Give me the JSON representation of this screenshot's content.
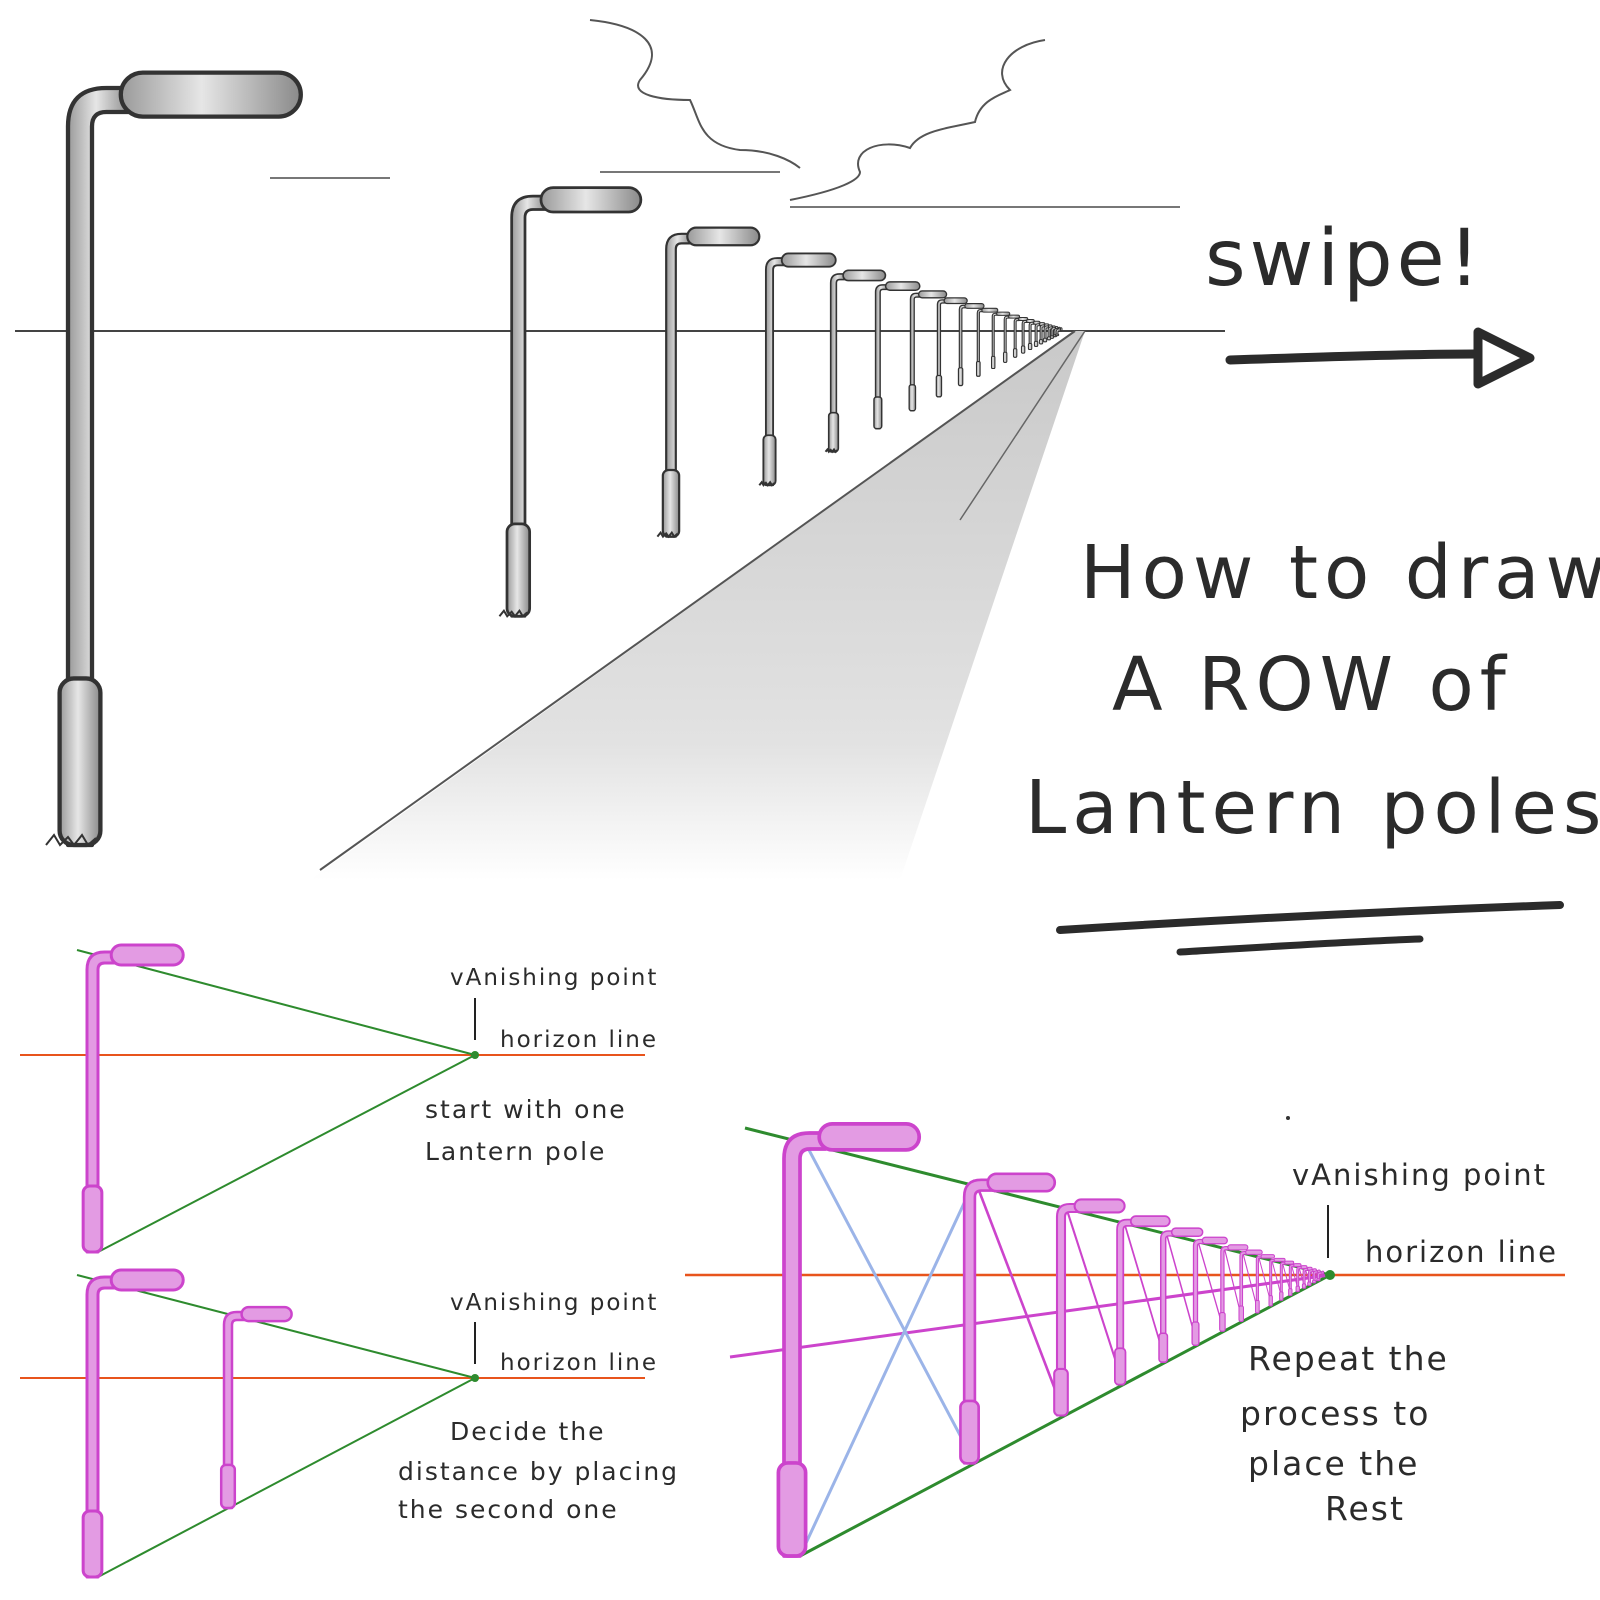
{
  "swipe": {
    "text": "swipe!"
  },
  "title": {
    "line1": "How to draw",
    "line2": "A ROW of",
    "line3": "Lantern poles"
  },
  "step1": {
    "vanishing_label": "vAnishing point",
    "horizon_label": "horizon line",
    "caption_line1": "start with one",
    "caption_line2": "Lantern pole"
  },
  "step2": {
    "vanishing_label": "vAnishing point",
    "horizon_label": "horizon line",
    "caption_line1": "Decide the",
    "caption_line2": "distance by placing",
    "caption_line3": "the second one"
  },
  "step3": {
    "vanishing_label": "vAnishing point",
    "horizon_label": "horizon line",
    "caption_line1": "Repeat the",
    "caption_line2": "process to",
    "caption_line3": "place the",
    "caption_line4": "Rest"
  },
  "colors": {
    "horizon": "#e8541c",
    "guide": "#2e8b2e",
    "pole": "#cc44cc",
    "pole_fill": "#e39be3",
    "diagonal_blue": "#9bb4e8",
    "ink": "#2b2b2b",
    "road": "#d9d9d9"
  }
}
